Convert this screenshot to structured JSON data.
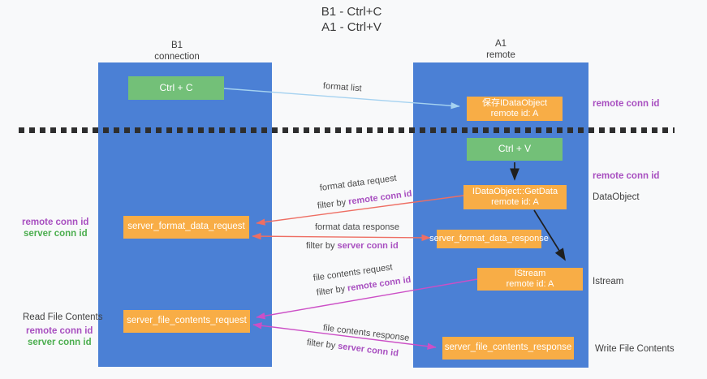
{
  "title": {
    "line1": "B1 - Ctrl+C",
    "line2": "A1 - Ctrl+V"
  },
  "lanes": {
    "left": {
      "title": "B1",
      "subtitle": "connection"
    },
    "right": {
      "title": "A1",
      "subtitle": "remote"
    }
  },
  "boxes": {
    "ctrl_c": {
      "label": "Ctrl + C"
    },
    "ctrl_v": {
      "label": "Ctrl + V"
    },
    "save_dataobject": {
      "line1": "保存IDataObject",
      "line2": "remote id: A"
    },
    "getdata": {
      "line1": "IDataObject::GetData",
      "line2": "remote id: A"
    },
    "istream": {
      "line1": "IStream",
      "line2": "remote id: A"
    },
    "format_request": {
      "label": "server_format_data_request"
    },
    "format_response": {
      "label": "server_format_data_response"
    },
    "file_request": {
      "label": "server_file_contents_request"
    },
    "file_response": {
      "label": "server_file_contents_response"
    }
  },
  "edge_labels": {
    "format_list": "format list",
    "format_data_request": "format data request",
    "format_data_response": "format data response",
    "file_contents_request": "file contents request",
    "file_contents_response": "file contents response",
    "filter_by": "filter by ",
    "remote_conn_id": "remote conn id",
    "server_conn_id": "server conn id"
  },
  "annotations": {
    "remote_conn_id_top": "remote conn id",
    "remote_conn_id_mid": "remote conn id",
    "dataobject": "DataObject",
    "istream": "Istream",
    "write_file_contents": "Write File Contents",
    "read_file_contents": "Read File Contents",
    "left1_remote": "remote conn id",
    "left1_server": "server conn id",
    "left2_remote": "remote conn id",
    "left2_server": "server conn id"
  },
  "colors": {
    "lane_blue": "#4b80d5",
    "box_orange": "#f8ad46",
    "box_green": "#73c078",
    "arrow_blue": "#a5d2f0",
    "arrow_red": "#ee6e63",
    "arrow_magenta": "#cc4fc6",
    "arrow_black": "#1f1f1f",
    "text_purple": "#a84fc0",
    "text_green": "#4cae4f"
  }
}
